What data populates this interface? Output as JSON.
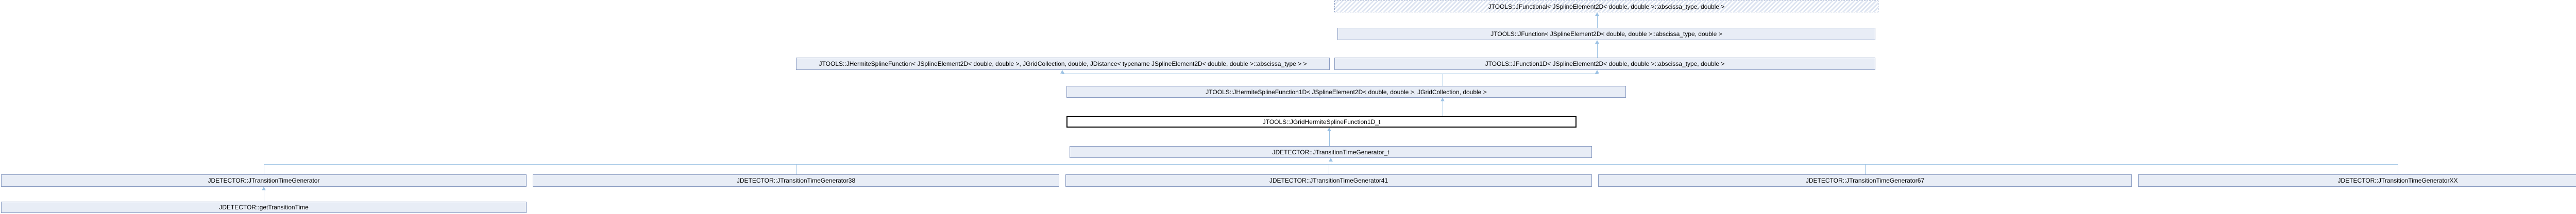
{
  "diagram": {
    "type": "class-inheritance-graph",
    "colors": {
      "node_border": "#8a9cc2",
      "node_fill": "#e8edf6",
      "node_hatch": "#dde4f1",
      "current_border": "#000000",
      "edge": "#9cc2e4",
      "text": "#000000",
      "background": "#ffffff"
    },
    "nodes": {
      "jfunctional": {
        "label": "JTOOLS::JFunctional< JSplineElement2D< double, double >::abscissa_type, double >",
        "style": "template-dashed-hatched"
      },
      "jfunction": {
        "label": "JTOOLS::JFunction< JSplineElement2D< double, double >::abscissa_type, double >"
      },
      "jhermitesplinefunction": {
        "label": "JTOOLS::JHermiteSplineFunction< JSplineElement2D< double, double >, JGridCollection, double, JDistance< typename JSplineElement2D< double, double >::abscissa_type > >"
      },
      "jfunction1d": {
        "label": "JTOOLS::JFunction1D< JSplineElement2D< double, double >::abscissa_type, double >"
      },
      "jhermitesplinefunction1d": {
        "label": "JTOOLS::JHermiteSplineFunction1D< JSplineElement2D< double, double >, JGridCollection, double >"
      },
      "jgridhermitesplinefunction1d_t": {
        "label": "JTOOLS::JGridHermiteSplineFunction1D_t",
        "style": "current-node-black-border"
      },
      "jtransitiontimegenerator_t": {
        "label": "JDETECTOR::JTransitionTimeGenerator_t"
      },
      "jtransitiontimegenerator": {
        "label": "JDETECTOR::JTransitionTimeGenerator"
      },
      "jtransitiontimegenerator38": {
        "label": "JDETECTOR::JTransitionTimeGenerator38"
      },
      "jtransitiontimegenerator41": {
        "label": "JDETECTOR::JTransitionTimeGenerator41"
      },
      "jtransitiontimegenerator67": {
        "label": "JDETECTOR::JTransitionTimeGenerator67"
      },
      "jtransitiontimegeneratorXX": {
        "label": "JDETECTOR::JTransitionTimeGeneratorXX"
      },
      "gettransitiontime": {
        "label": "JDETECTOR::getTransitionTime"
      }
    }
  }
}
